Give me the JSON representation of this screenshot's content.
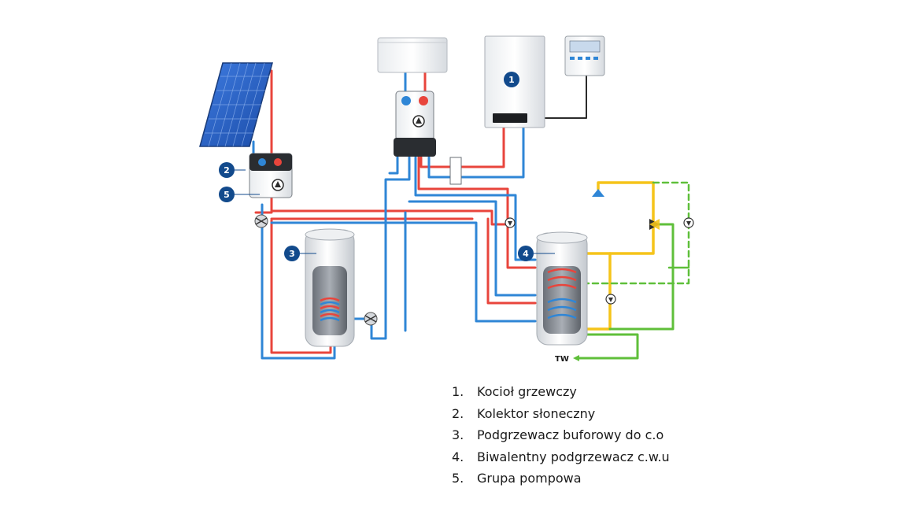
{
  "badges": {
    "b1": "1",
    "b2": "2",
    "b3": "3",
    "b4": "4",
    "b5": "5"
  },
  "tw_label": "TW",
  "legend": [
    {
      "num": "1.",
      "label": "Kocioł grzewczy"
    },
    {
      "num": "2.",
      "label": "Kolektor słoneczny"
    },
    {
      "num": "3.",
      "label": "Podgrzewacz buforowy do c.o"
    },
    {
      "num": "4.",
      "label": "Biwalentny podgrzewacz c.w.u"
    },
    {
      "num": "5.",
      "label": "Grupa pompowa"
    }
  ],
  "colors": {
    "hot_pipe": "#e8453c",
    "cold_pipe": "#2f86d6",
    "yellow_pipe": "#f5c41a",
    "green_pipe": "#5fbf3a",
    "badge": "#124a8c",
    "solar_panel": "#2c64c8"
  }
}
